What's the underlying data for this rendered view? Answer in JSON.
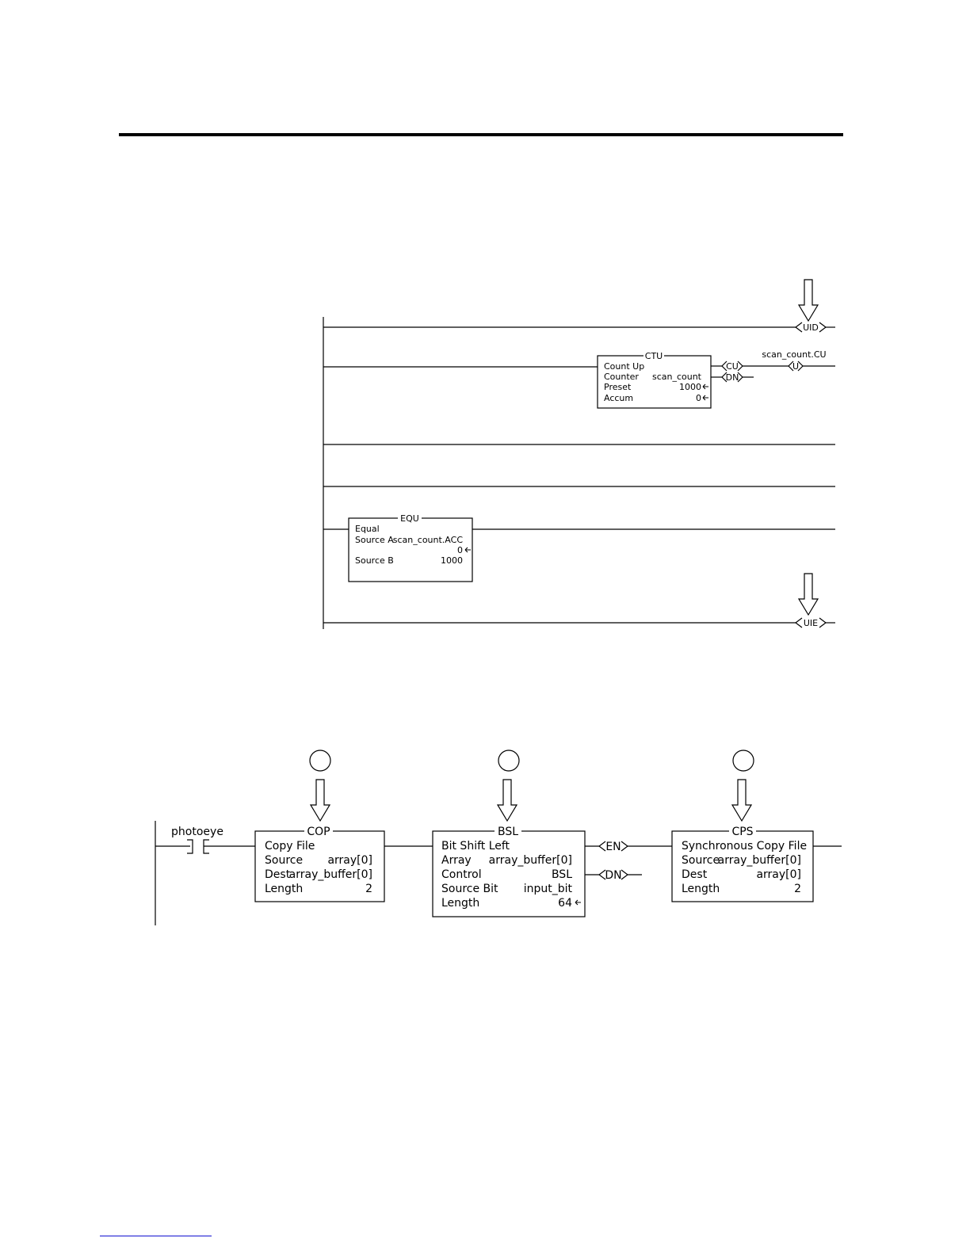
{
  "fig1": {
    "uid": "UID",
    "ctu": {
      "name": "CTU",
      "rows": [
        {
          "label": "Count Up",
          "value": ""
        },
        {
          "label": "Counter",
          "value": "scan_count"
        },
        {
          "label": "Preset",
          "value": "1000"
        },
        {
          "label": "Accum",
          "value": "0"
        }
      ],
      "out_cu": "CU",
      "out_dn": "DN",
      "coil_tag": "scan_count.CU",
      "coil_label": "U"
    },
    "equ": {
      "name": "EQU",
      "title": "Equal",
      "source_a_label": "Source A",
      "source_a_tag": "scan_count.ACC",
      "source_a_value": "0",
      "source_b_label": "Source B",
      "source_b_value": "1000"
    },
    "uie": "UIE"
  },
  "fig2": {
    "contact_tag": "photoeye",
    "cop": {
      "name": "COP",
      "rows": [
        {
          "label": "Copy File",
          "value": ""
        },
        {
          "label": "Source",
          "value": "array[0]"
        },
        {
          "label": "Dest",
          "value": "array_buffer[0]"
        },
        {
          "label": "Length",
          "value": "2"
        }
      ]
    },
    "bsl": {
      "name": "BSL",
      "rows": [
        {
          "label": "Bit Shift Left",
          "value": ""
        },
        {
          "label": "Array",
          "value": "array_buffer[0]"
        },
        {
          "label": "Control",
          "value": "BSL"
        },
        {
          "label": "Source Bit",
          "value": "input_bit"
        },
        {
          "label": "Length",
          "value": "64"
        }
      ],
      "out_en": "EN",
      "out_dn": "DN"
    },
    "cps": {
      "name": "CPS",
      "rows": [
        {
          "label": "Synchronous Copy File",
          "value": ""
        },
        {
          "label": "Source",
          "value": "array_buffer[0]"
        },
        {
          "label": "Dest",
          "value": "array[0]"
        },
        {
          "label": "Length",
          "value": "2"
        }
      ]
    }
  }
}
